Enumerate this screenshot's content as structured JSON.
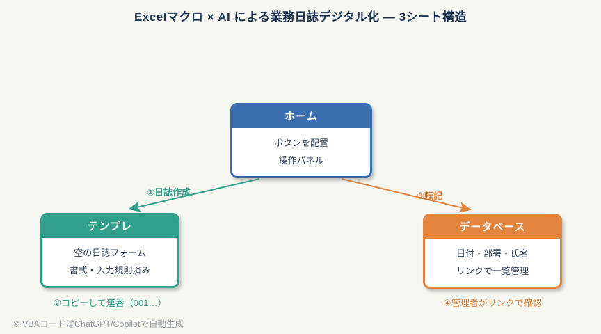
{
  "title": "Excelマクロ × AI による業務日誌デジタル化 — 3シート構造",
  "colors": {
    "background": "#f7f7f2",
    "home_blue": "#3b6eae",
    "template_teal": "#2f9e8a",
    "database_orange": "#e0843e",
    "body_text": "#33455f",
    "title_text": "#1e3654",
    "footnote_gray": "#9aa0a8"
  },
  "nodes": {
    "home": {
      "title": "ホーム",
      "lines": [
        "ボタンを配置",
        "操作パネル"
      ]
    },
    "template": {
      "title": "テンプレ",
      "lines": [
        "空の日誌フォーム",
        "書式・入力規則済み"
      ]
    },
    "database": {
      "title": "データベース",
      "lines": [
        "日付・部署・氏名",
        "リンクで一覧管理"
      ]
    }
  },
  "edges": {
    "create": {
      "label": "①日誌作成",
      "from": "home",
      "to": "template"
    },
    "transfer": {
      "label": "③転記",
      "from": "home",
      "to": "database"
    }
  },
  "captions": {
    "template_note": "②コピーして連番（001…）",
    "database_note": "④管理者がリンクで確認"
  },
  "footnote": "※ VBAコードはChatGPT/Copilotで自動生成"
}
